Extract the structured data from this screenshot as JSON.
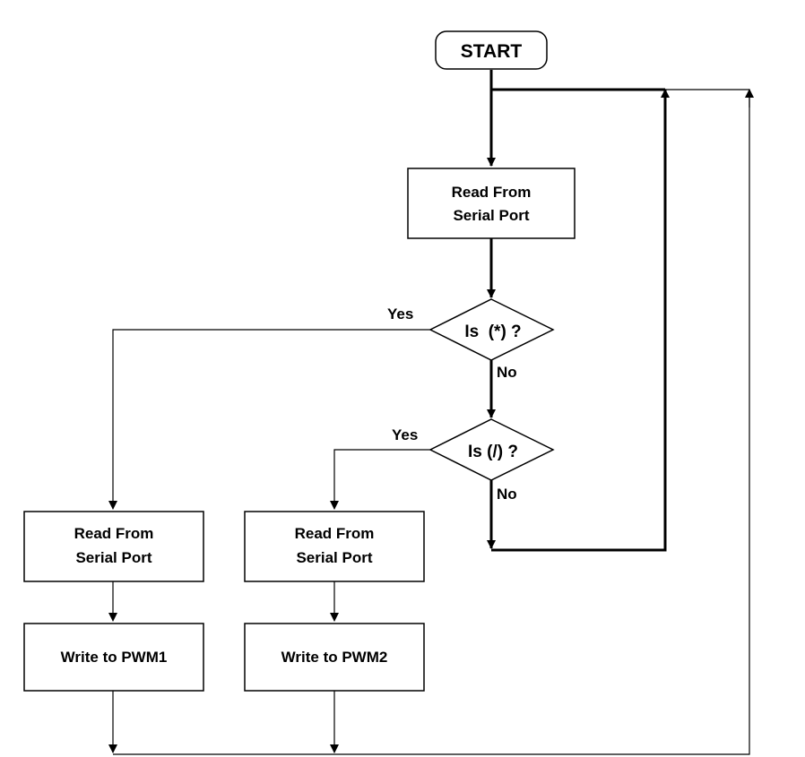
{
  "diagram": {
    "nodes": {
      "start": {
        "label": "START"
      },
      "read_serial_main": {
        "line1": "Read From",
        "line2": "Serial Port"
      },
      "decision_star": {
        "label": "Is  (*) ?"
      },
      "decision_slash": {
        "label": "Is (/) ?"
      },
      "read_serial_pwm1": {
        "line1": "Read From",
        "line2": "Serial Port"
      },
      "read_serial_pwm2": {
        "line1": "Read From",
        "line2": "Serial Port"
      },
      "write_pwm1": {
        "label": "Write to PWM1"
      },
      "write_pwm2": {
        "label": "Write to PWM2"
      }
    },
    "edge_labels": {
      "star_yes": "Yes",
      "star_no": "No",
      "slash_yes": "Yes",
      "slash_no": "No"
    },
    "colors": {
      "stroke": "#000000",
      "fill": "#ffffff",
      "text": "#000000"
    }
  }
}
